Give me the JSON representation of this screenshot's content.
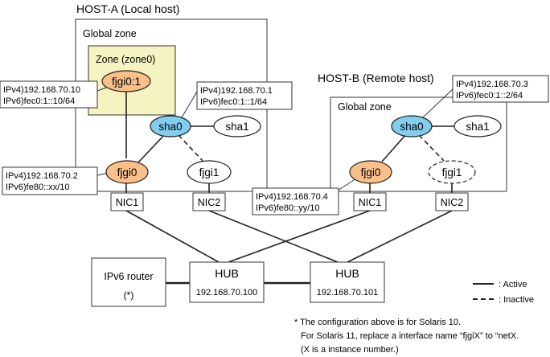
{
  "hosts": {
    "host_a": {
      "title": "HOST-A (Local host)",
      "global_zone_label": "Global zone",
      "zone_label": "Zone (zone0)"
    },
    "host_b": {
      "title": "HOST-B (Remote host)",
      "global_zone_label": "Global zone"
    }
  },
  "nodes": {
    "a_fjgi01": "fjgi0:1",
    "a_sha0": "sha0",
    "a_sha1": "sha1",
    "a_fjgi0": "fjgi0",
    "a_fjgi1": "fjgi1",
    "a_nic1": "NIC1",
    "a_nic2": "NIC2",
    "b_sha0": "sha0",
    "b_sha1": "sha1",
    "b_fjgi0": "fjgi0",
    "b_fjgi1": "fjgi1",
    "b_nic1": "NIC1",
    "b_nic2": "NIC2"
  },
  "callouts": {
    "a_fjgi01": {
      "ipv4": "IPv4)192.168.70.10",
      "ipv6": "IPv6)fec0:1::10/64"
    },
    "a_sha0": {
      "ipv4": "IPv4)192.168.70.1",
      "ipv6": "IPv6)fec0:1::1/64"
    },
    "a_fjgi0": {
      "ipv4": "IPv4)192.168.70.2",
      "ipv6": "IPv6)fe80::xx/10"
    },
    "b_sha0": {
      "ipv4": "IPv4)192.168.70.3",
      "ipv6": "IPv6)fec0:1::2/64"
    },
    "b_fjgi0": {
      "ipv4": "IPv4)192.168.70.4",
      "ipv6": "IPv6)fe80::yy/10"
    }
  },
  "hubs": {
    "hub1": {
      "label": "HUB",
      "ip": "192.168.70.100"
    },
    "hub2": {
      "label": "HUB",
      "ip": "192.168.70.101"
    }
  },
  "router": {
    "label": "IPv6 router",
    "note": "(*)"
  },
  "legend": {
    "active": ": Active",
    "inactive": ": Inactive"
  },
  "footnote": {
    "line1": "* The configuration above is for Solaris 10.",
    "line2": "For Solaris 11, replace a interface name “fjgiX” to “netX.",
    "line3": "(X is a instance number.)"
  },
  "colors": {
    "zone_fill": "#f6f3c2",
    "orange_node": "#f9c089",
    "blue_node": "#83cdef",
    "line": "#222222",
    "border": "#333333"
  }
}
